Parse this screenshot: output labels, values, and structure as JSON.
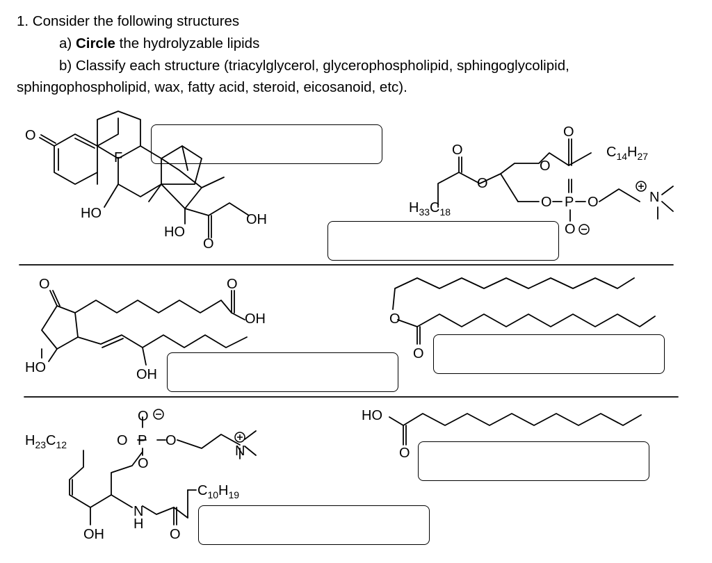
{
  "question": {
    "heading": "1. Consider the following structures",
    "part_a_prefix": "a) ",
    "part_a_bold": "Circle",
    "part_a_rest": " the hydrolyzable lipids",
    "part_b_line1": "b) Classify each structure (triacylglycerol, glycerophospholipid, sphingoglycolipid,",
    "part_b_line2": "sphingophospholipid, wax, fatty acid, steroid, eicosanoid, etc)."
  },
  "structures": {
    "steroid": {
      "O": "O",
      "F": "F",
      "HO1": "HO",
      "HO2": "HO",
      "O_keto": "O",
      "OH": "OH"
    },
    "phospholipid": {
      "O1": "O",
      "O2": "O",
      "O3": "O",
      "O4": "O",
      "P": "P",
      "O5": "O",
      "O6": "O",
      "O_minus": "O",
      "R1": "C",
      "R1_sub": "14",
      "R1_h": "H",
      "R1_hsub": "27",
      "R2": "H",
      "R2_sub": "33",
      "R2_c": "C",
      "R2_csub": "18",
      "N": "N"
    },
    "prostaglandin": {
      "O": "O",
      "O2": "O",
      "OH1": "OH",
      "HO": "HO",
      "OH2": "OH"
    },
    "wax": {
      "O1": "O",
      "O2": "O"
    },
    "sphingomyelin": {
      "R1": "H",
      "R1_sub": "23",
      "R1_c": "C",
      "R1_csub": "12",
      "O": "O",
      "P": "P",
      "O2": "O",
      "O3": "O",
      "O4": "O",
      "N": "N",
      "H": "H",
      "OH": "OH",
      "O5": "O",
      "R2": "C",
      "R2_sub": "10",
      "R2_h": "H",
      "R2_hsub": "19",
      "N2": "N"
    },
    "fatty_acid": {
      "HO": "HO",
      "O": "O"
    }
  }
}
